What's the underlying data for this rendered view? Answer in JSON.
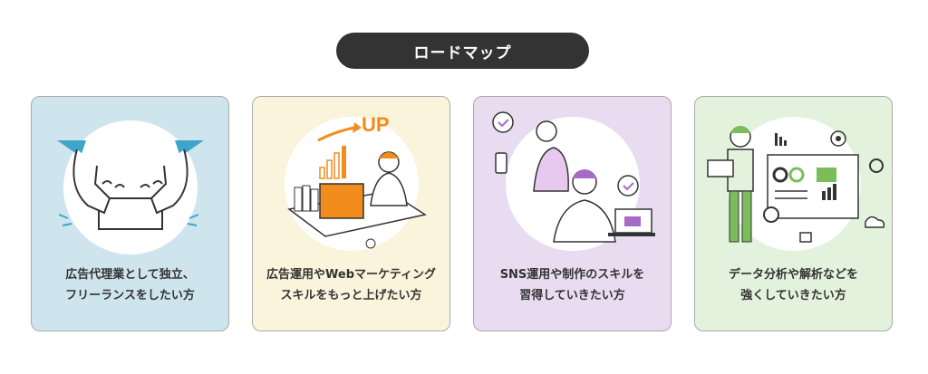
{
  "header": {
    "title": "ロードマップ"
  },
  "colors": {
    "pill_bg": "#333333",
    "card1_bg": "#cfe5ee",
    "card2_bg": "#fbf4dc",
    "card3_bg": "#eadcf0",
    "card4_bg": "#e3f2dd",
    "accent_orange": "#f28c1c",
    "accent_blue": "#3ea4cc",
    "accent_purple": "#a76ac7",
    "accent_green": "#7cbd5b"
  },
  "cards": [
    {
      "icon": "handshake-illustration",
      "lines": [
        "広告代理業として独立、",
        "フリーランスをしたい方"
      ]
    },
    {
      "icon": "growth-desk-illustration",
      "badge": "UP",
      "lines": [
        "広告運用やWebマーケティング",
        "スキルをもっと上げたい方"
      ]
    },
    {
      "icon": "sns-creator-illustration",
      "lines": [
        "SNS運用や制作のスキルを",
        "習得していきたい方"
      ]
    },
    {
      "icon": "data-analysis-illustration",
      "lines": [
        "データ分析や解析などを",
        "強くしていきたい方"
      ]
    }
  ]
}
